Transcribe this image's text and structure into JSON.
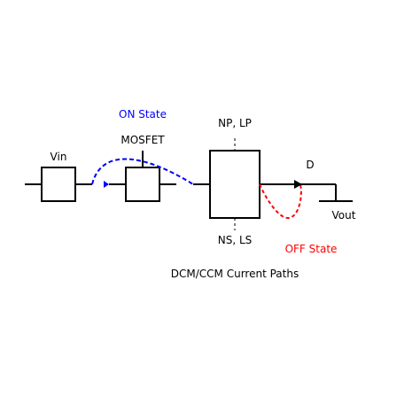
{
  "labels": {
    "vin": "Vin",
    "mosfet": "MOSFET",
    "on_state": "ON State",
    "np_lp": "NP, LP",
    "ns_ls": "NS, LS",
    "d": "D",
    "vout": "Vout",
    "off_state": "OFF State",
    "caption": "DCM/CCM Current Paths"
  },
  "colors": {
    "on_state": "#0000ff",
    "off_state": "#ff0000",
    "ink": "#000000"
  }
}
